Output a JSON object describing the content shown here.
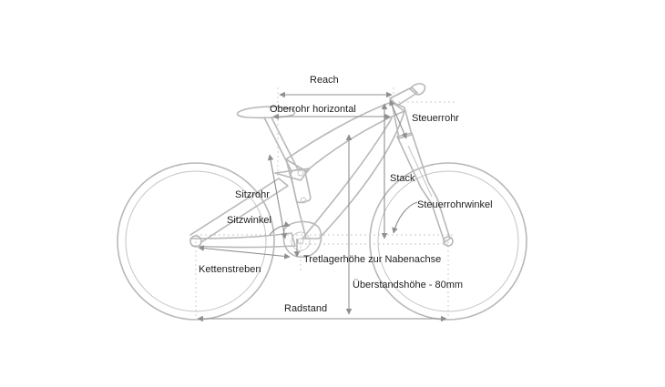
{
  "labels": {
    "reach": "Reach",
    "top_tube": "Oberrohr horizontal",
    "head_tube": "Steuerrohr",
    "stack": "Stack",
    "seat_tube": "Sitzrohr",
    "head_angle": "Steuerrohrwinkel",
    "seat_angle": "Sitzwinkel",
    "bb_height": "Tretlagerhöhe zur Nabenachse",
    "chainstays": "Kettenstreben",
    "standover": "Überstandshöhe - 80mm",
    "wheelbase": "Radstand"
  },
  "colors": {
    "frame_line": "#b8b8b8",
    "dimension_line": "#8f8f8f",
    "label_text": "#1e1e1e"
  }
}
